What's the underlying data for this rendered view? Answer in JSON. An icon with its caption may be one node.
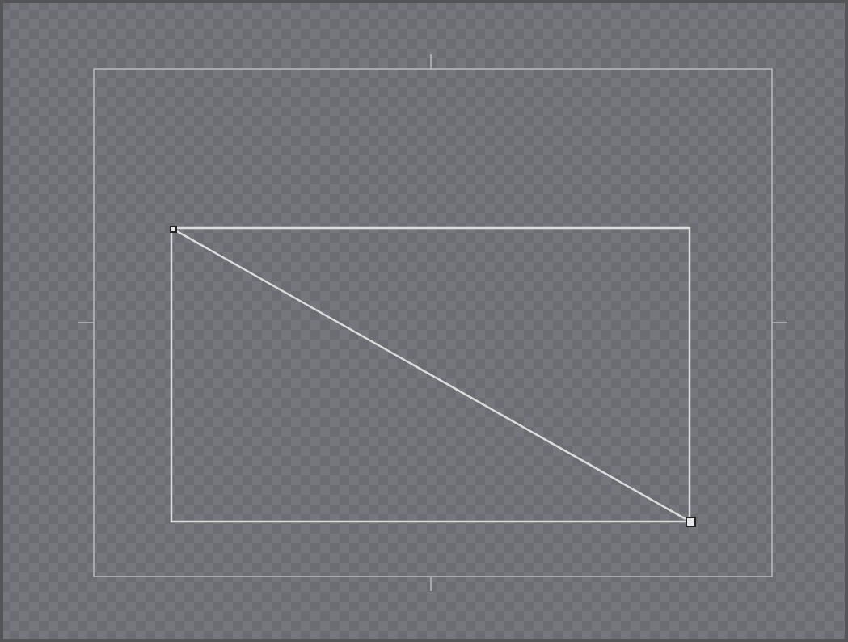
{
  "diagram": {
    "nodes": [
      {
        "text": [],
        "shape": "box"
      },
      {
        "text": [],
        "shape": "box"
      }
    ],
    "edges": [
      {
        "from": 0,
        "to": 1,
        "arrow": "none"
      }
    ]
  }
}
